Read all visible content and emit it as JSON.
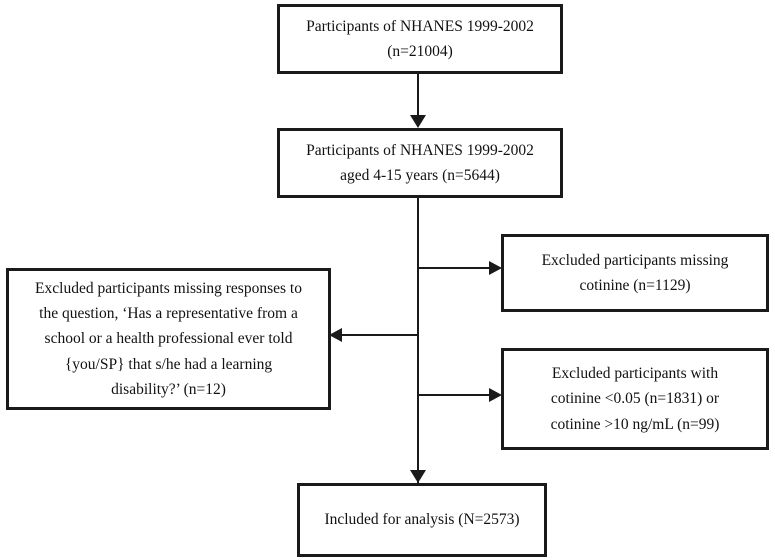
{
  "diagram": {
    "type": "participant-flow-diagram",
    "title": "NHANES 1999-2002 participant selection flow",
    "colors": {
      "border": "#1a1a1a",
      "background": "#ffffff",
      "text": "#111111"
    },
    "nodes": {
      "top": {
        "id": "participants-total",
        "text": "Participants of NHANES 1999-2002\n(n=21004)",
        "count": 21004
      },
      "aged": {
        "id": "participants-aged-4-15",
        "text": "Participants of NHANES 1999-2002\naged 4-15 years (n=5644)",
        "count": 5644
      },
      "excluded_cotinine_missing": {
        "id": "excluded-missing-cotinine",
        "text": "Excluded participants missing\ncotinine (n=1129)",
        "count": 1129
      },
      "excluded_cotinine_range": {
        "id": "excluded-cotinine-out-of-range",
        "text": "Excluded participants with\ncotinine <0.05 (n=1831) or\ncotinine >10 ng/mL (n=99)",
        "count_low": 1831,
        "count_high": 99
      },
      "excluded_missing_response": {
        "id": "excluded-missing-question-response",
        "text": "Excluded participants missing responses to\nthe question, ‘Has a representative from a\nschool or a health professional ever told\n{you/SP} that s/he had a learning\ndisability?’ (n=12)",
        "count": 12
      },
      "included": {
        "id": "included-for-analysis",
        "text": "Included for analysis (N=2573)",
        "count": 2573
      }
    },
    "connectors": [
      {
        "name": "top-to-aged",
        "from": "top",
        "to": "aged",
        "direction": "down"
      },
      {
        "name": "trunk-to-cotinine-missing",
        "from": "aged",
        "to": "excluded_cotinine_missing",
        "direction": "right"
      },
      {
        "name": "trunk-to-missing-response",
        "from": "aged",
        "to": "excluded_missing_response",
        "direction": "left"
      },
      {
        "name": "trunk-to-cotinine-range",
        "from": "aged",
        "to": "excluded_cotinine_range",
        "direction": "right"
      },
      {
        "name": "trunk-to-included",
        "from": "aged",
        "to": "included",
        "direction": "down"
      }
    ]
  }
}
